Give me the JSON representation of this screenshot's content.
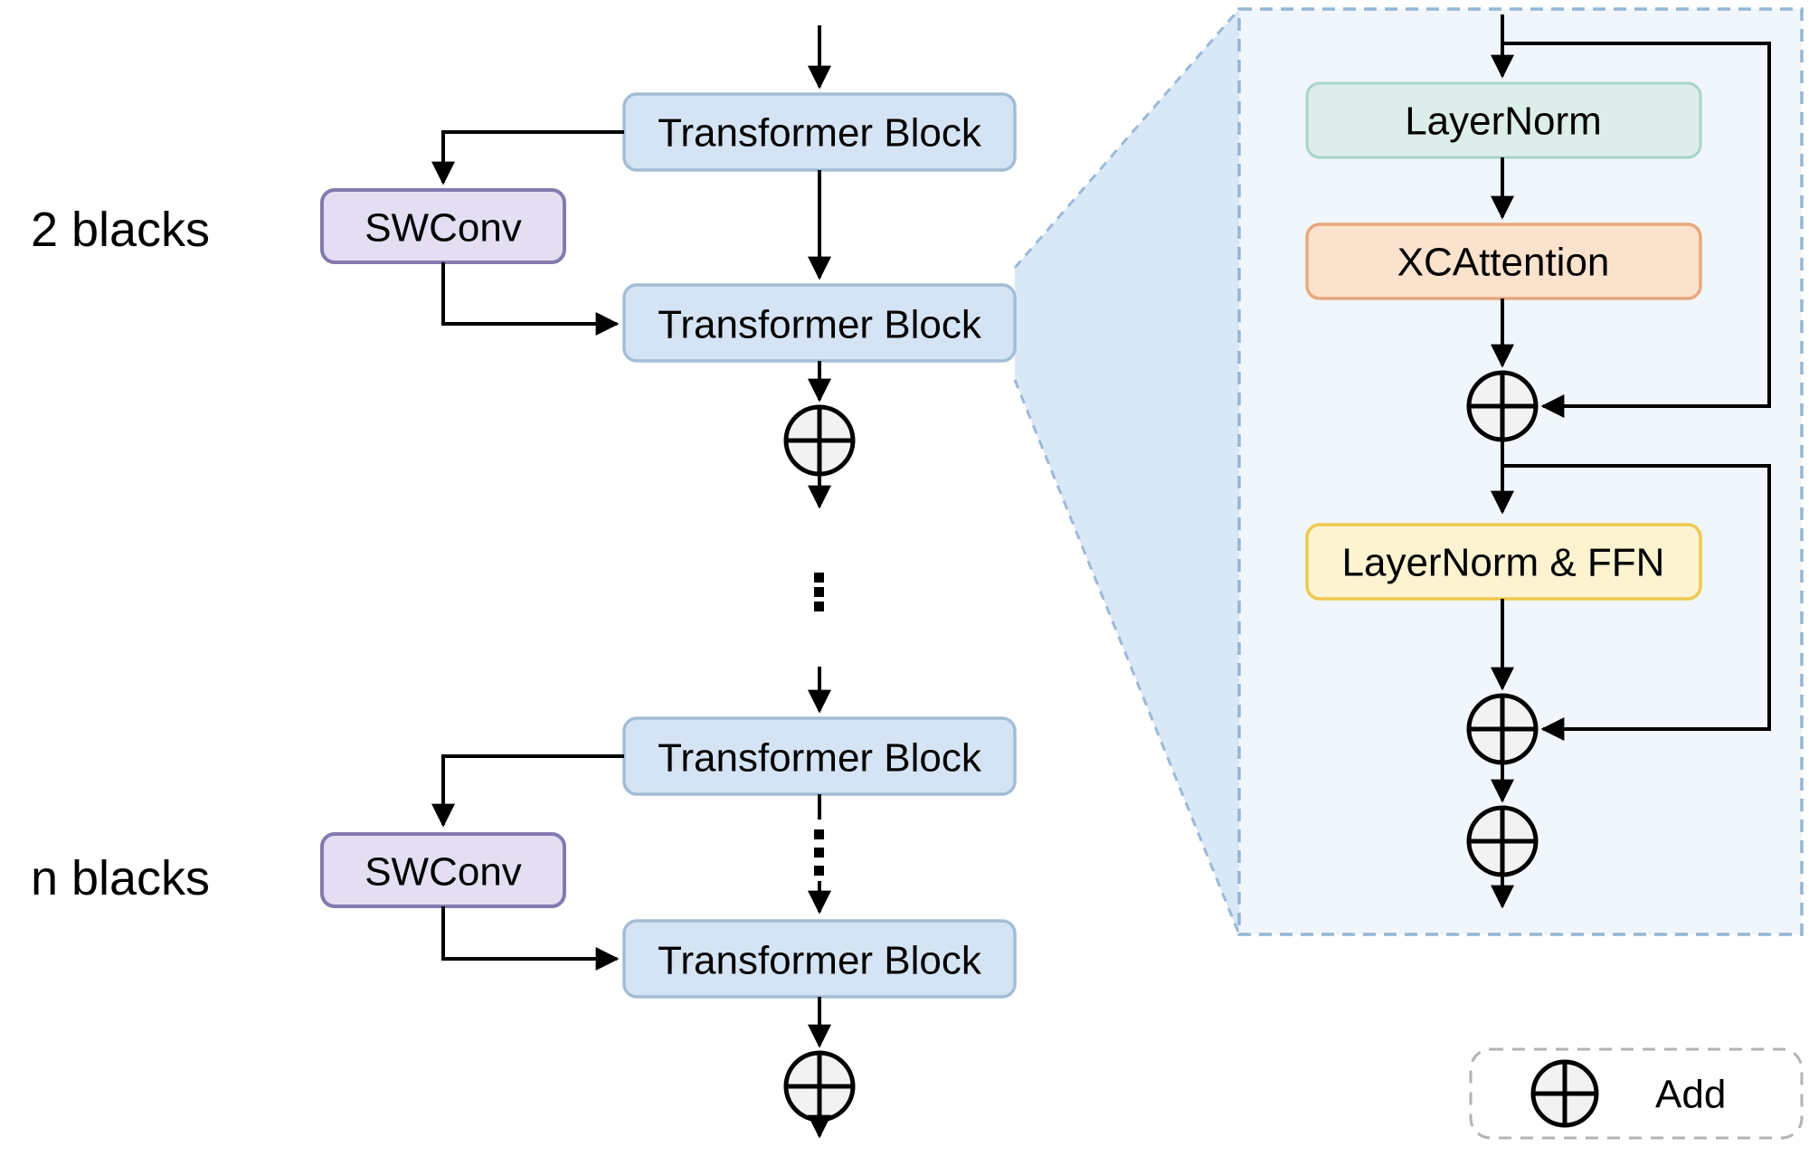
{
  "side_labels": {
    "group_top": "2 blacks",
    "group_bottom": "n blacks"
  },
  "main_flow": {
    "transformer_blocks": [
      {
        "label": "Transformer Block"
      },
      {
        "label": "Transformer Block"
      },
      {
        "label": "Transformer Block"
      },
      {
        "label": "Transformer Block"
      }
    ],
    "swconv_blocks": [
      {
        "label": "SWConv"
      },
      {
        "label": "SWConv"
      }
    ]
  },
  "detail_panel": {
    "nodes": [
      {
        "label": "LayerNorm"
      },
      {
        "label": "XCAttention"
      },
      {
        "label": "LayerNorm & FFN"
      }
    ]
  },
  "legend": {
    "items": [
      {
        "icon": "add-icon",
        "label": "Add"
      }
    ]
  },
  "colors": {
    "transformer_fill": "#d5e4f4",
    "transformer_stroke": "#a3bdd6",
    "swconv_fill": "#e4def2",
    "swconv_stroke": "#847aad",
    "layernorm_fill": "#ddedea",
    "layernorm_stroke": "#a9d3ca",
    "xcattention_fill": "#fbe2cd",
    "xcattention_stroke": "#e8a87d",
    "layernorm_ffn_fill": "#fdf3d0",
    "layernorm_ffn_stroke": "#eec94d",
    "panel_fill": "#f0f6fb",
    "panel_stroke": "#94b6d4",
    "cone_fill": "#d9e8f6",
    "add_circle_fill": "#f2f2f2",
    "legend_stroke": "#b3b3b3",
    "line": "#000000"
  }
}
